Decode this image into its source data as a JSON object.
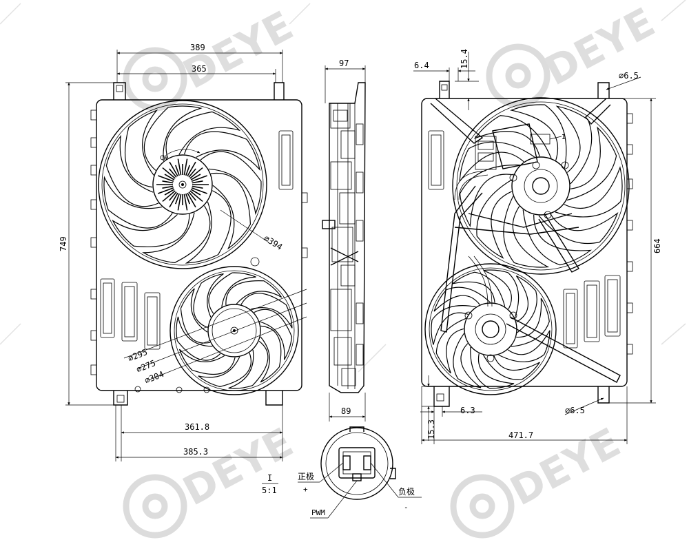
{
  "watermark": {
    "brand": "DEYE"
  },
  "front_view": {
    "dimensions": {
      "top_outer": "389",
      "top_inner": "365",
      "height": "749",
      "fan_large_diameter": "⌀394",
      "fan_small_d1": "⌀295",
      "fan_small_d2": "⌀275",
      "fan_small_d3": "⌀304",
      "bottom_inner": "361.8",
      "bottom_outer": "385.3"
    },
    "rotation_label": "CW"
  },
  "side_view": {
    "dimensions": {
      "top_depth": "97",
      "bottom_depth": "89"
    }
  },
  "rear_view": {
    "dimensions": {
      "top_offset": "6.4",
      "top_height": "15.4",
      "hole_top": "⌀6.5",
      "height": "664",
      "bottom_offset": "6.3",
      "bottom_height": "15.3",
      "width": "471.7",
      "hole_bottom": "⌀6.5"
    },
    "detail_marker": "I"
  },
  "connector_detail": {
    "title": "I",
    "scale": "5:1",
    "positive_label": "正极",
    "positive_sign": "+",
    "negative_label": "负极",
    "negative_sign": "-",
    "pwm_label": "PWM"
  }
}
